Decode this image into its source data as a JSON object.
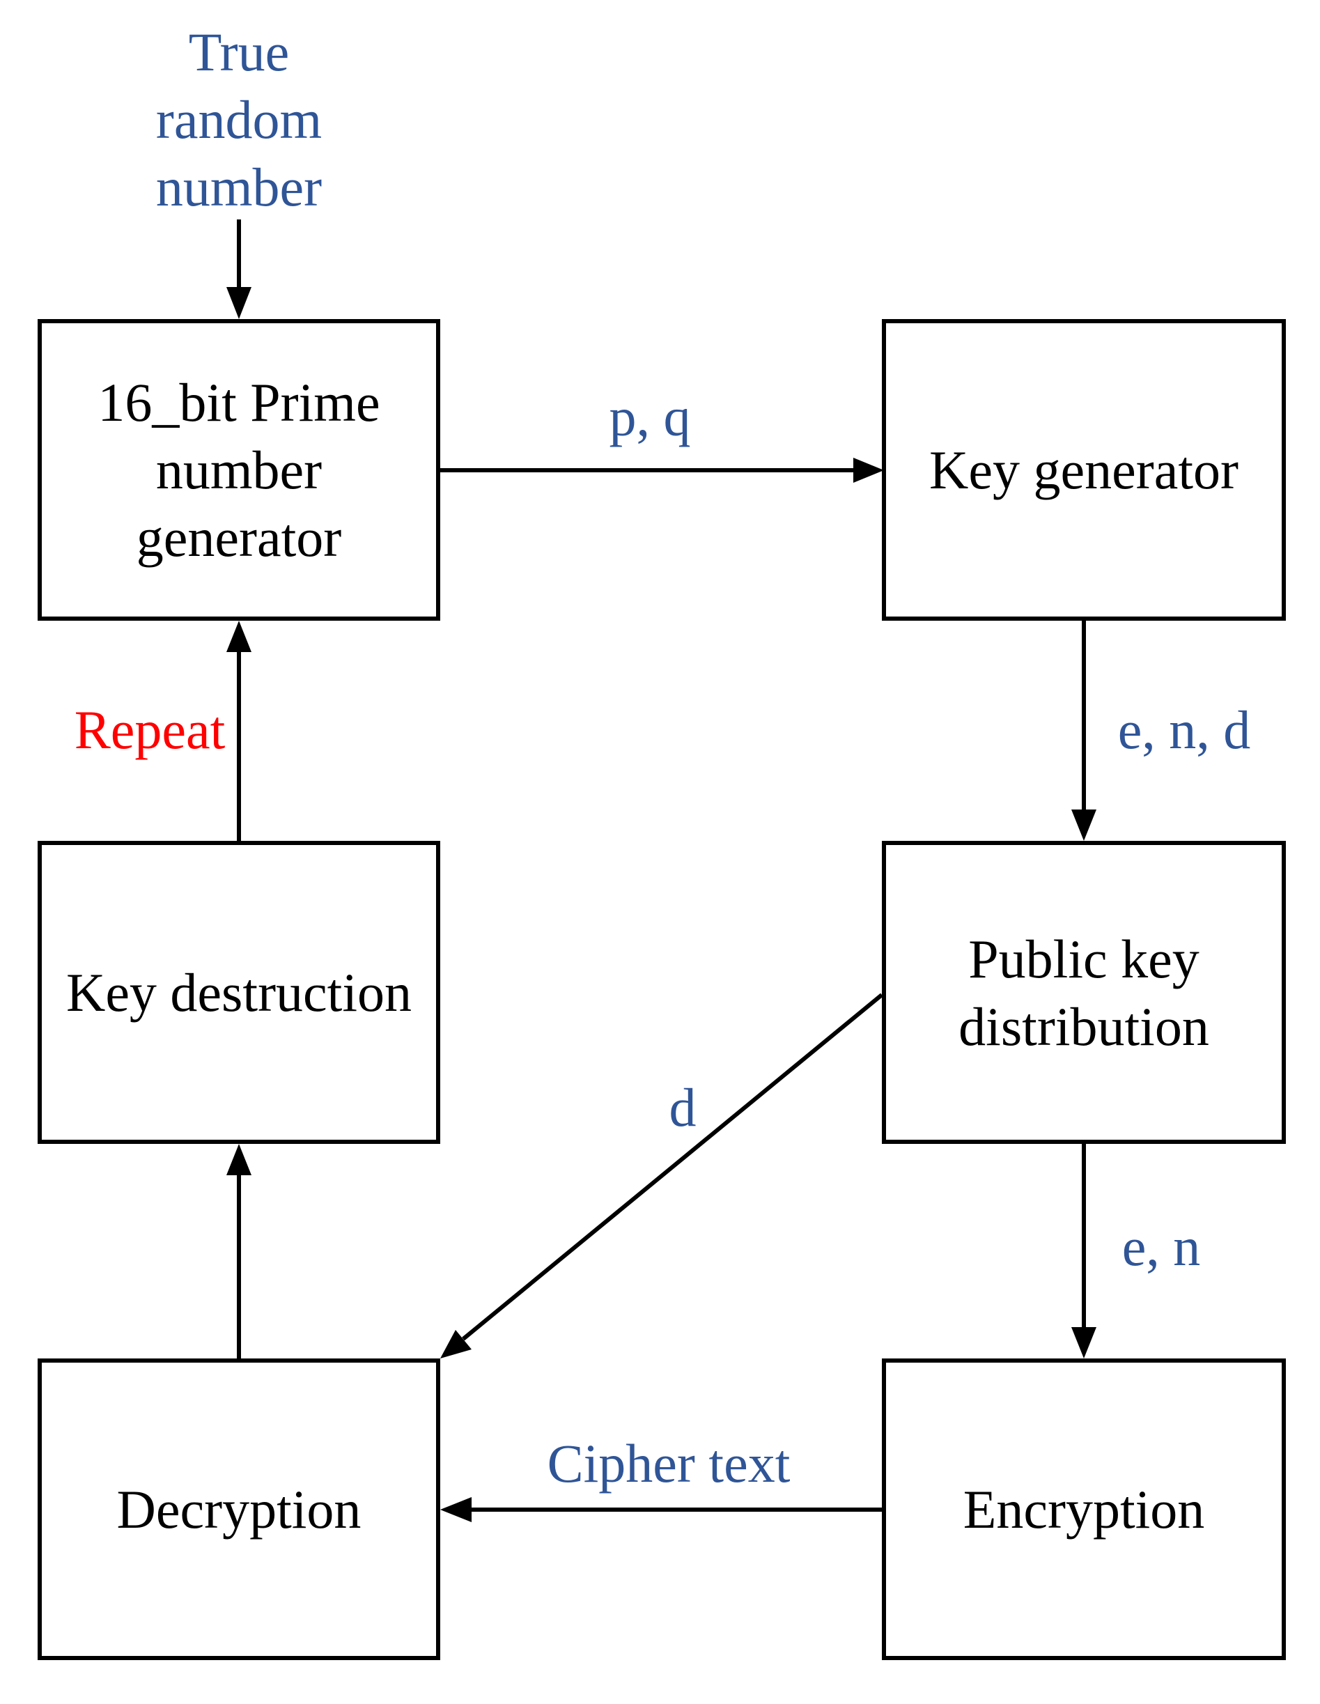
{
  "colors": {
    "box_border": "#000000",
    "box_text": "#000000",
    "edge_label": "#2f5597",
    "repeat_label": "#ff0000",
    "arrow": "#000000",
    "background": "#ffffff"
  },
  "input": {
    "label": "True\nrandom\nnumber"
  },
  "nodes": {
    "prime_generator": "16_bit Prime\nnumber\ngenerator",
    "key_generator": "Key generator",
    "key_destruction": "Key destruction",
    "public_key_distribution": "Public key\ndistribution",
    "decryption": "Decryption",
    "encryption": "Encryption"
  },
  "edges": {
    "p_q": "p, q",
    "e_n_d": "e, n, d",
    "repeat": "Repeat",
    "d": "d",
    "e_n": "e, n",
    "cipher_text": "Cipher text"
  }
}
